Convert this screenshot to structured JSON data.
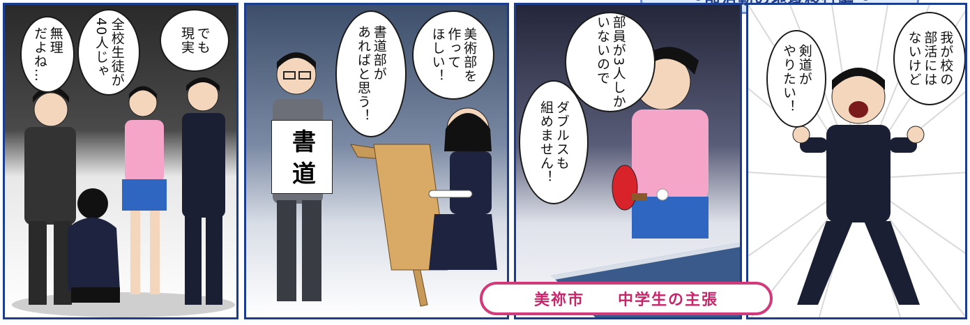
{
  "title_banner": "〜部活動の地域移行編〜",
  "panels": [
    {
      "bubbles": [
        "でも\n現実",
        "全校生徒が\n40人じゃ",
        "無理\nだよね…"
      ]
    },
    {
      "bubbles": [
        "美術部を\n作って\nほしい！",
        "書道部が\nあればと思う！"
      ],
      "sign_text": "書\n道"
    },
    {
      "bubbles": [
        "部員が3人しか\nいないので",
        "ダブルスも\n組めません！"
      ]
    },
    {
      "bubbles": [
        "我が校の\n部活には\nないけど",
        "剣道が\nやりたい！"
      ]
    }
  ],
  "caption": {
    "city": "美祢市",
    "text": "中学生の主張"
  },
  "colors": {
    "panel_border": "#1a3d8f",
    "caption_accent": "#c8246a",
    "banner_text": "#1e3c8a"
  }
}
